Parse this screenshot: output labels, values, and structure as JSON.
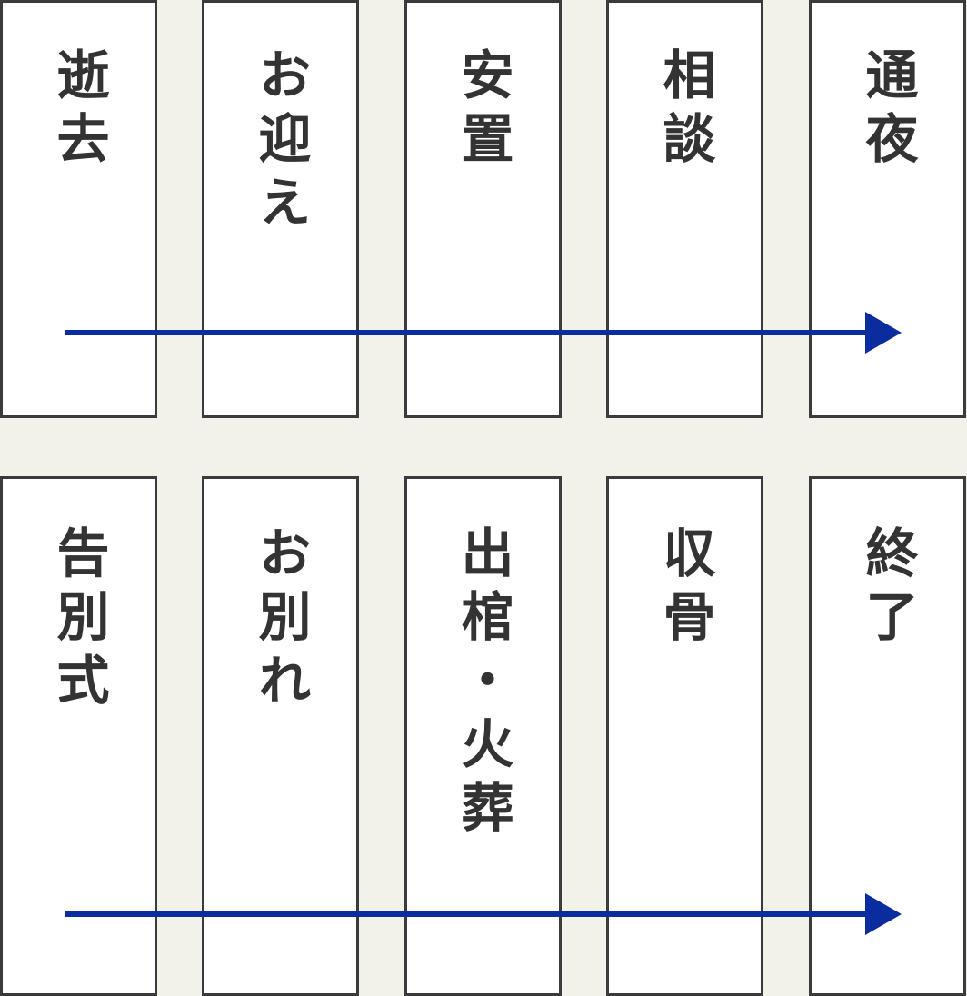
{
  "flow": {
    "row1": [
      "逝去",
      "お迎え",
      "安置",
      "相談",
      "通夜"
    ],
    "row2": [
      "告別式",
      "お別れ",
      "出棺・火葬",
      "収骨",
      "終了"
    ]
  },
  "colors": {
    "arrow": "#0a2c9e",
    "box_border": "#3b3b3b",
    "box_fill": "#ffffff",
    "background": "#f3f2ea",
    "text": "#333333"
  }
}
